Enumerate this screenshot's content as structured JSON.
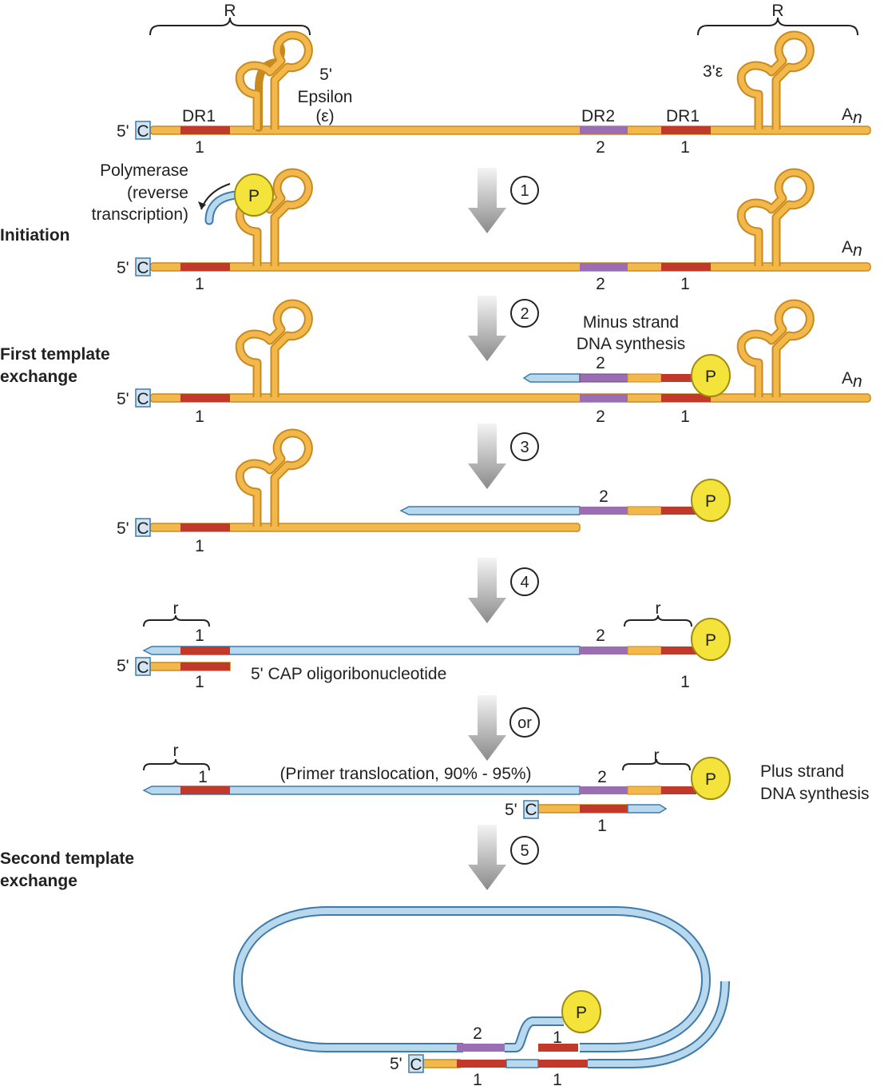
{
  "top": {
    "bracket_left_label": "R",
    "bracket_right_label": "R",
    "five_prime": "5'",
    "epsilon_5": "5'",
    "epsilon_word": "Epsilon",
    "epsilon_symbol": "(ε)",
    "epsilon_3": "3'ε",
    "dr1_label": "DR1",
    "dr2_label": "DR2",
    "dr1b_label": "DR1",
    "num_1": "1",
    "num_2": "2",
    "num_1b": "1",
    "poly_a": "A",
    "poly_a_sub": "n",
    "cap": "C"
  },
  "stages": {
    "initiation": "Initiation",
    "first_exchange_line1": "First template",
    "first_exchange_line2": "exchange",
    "second_exchange_line1": "Second template",
    "second_exchange_line2": "exchange"
  },
  "labels": {
    "polymerase_line1": "Polymerase",
    "polymerase_line2": "(reverse",
    "polymerase_line3": "transcription)",
    "minus_line1": "Minus strand",
    "minus_line2": "DNA synthesis",
    "cap_oligo": "5' CAP oligoribonucleotide",
    "primer_translocation": "(Primer translocation, 90% - 95%)",
    "plus_line1": "Plus strand",
    "plus_line2": "DNA synthesis",
    "r_small": "r",
    "P": "P"
  },
  "steps": [
    "1",
    "2",
    "3",
    "4",
    "or",
    "5"
  ],
  "colors": {
    "rna": "#f2b84b",
    "rna_outline": "#c88a1e",
    "dna": "#b8d8ee",
    "dna_outline": "#3f7aa8",
    "dr1": "#c0392b",
    "dr2": "#9b6db3",
    "polymerase": "#f4e33a",
    "polymerase_outline": "#a08a10"
  }
}
